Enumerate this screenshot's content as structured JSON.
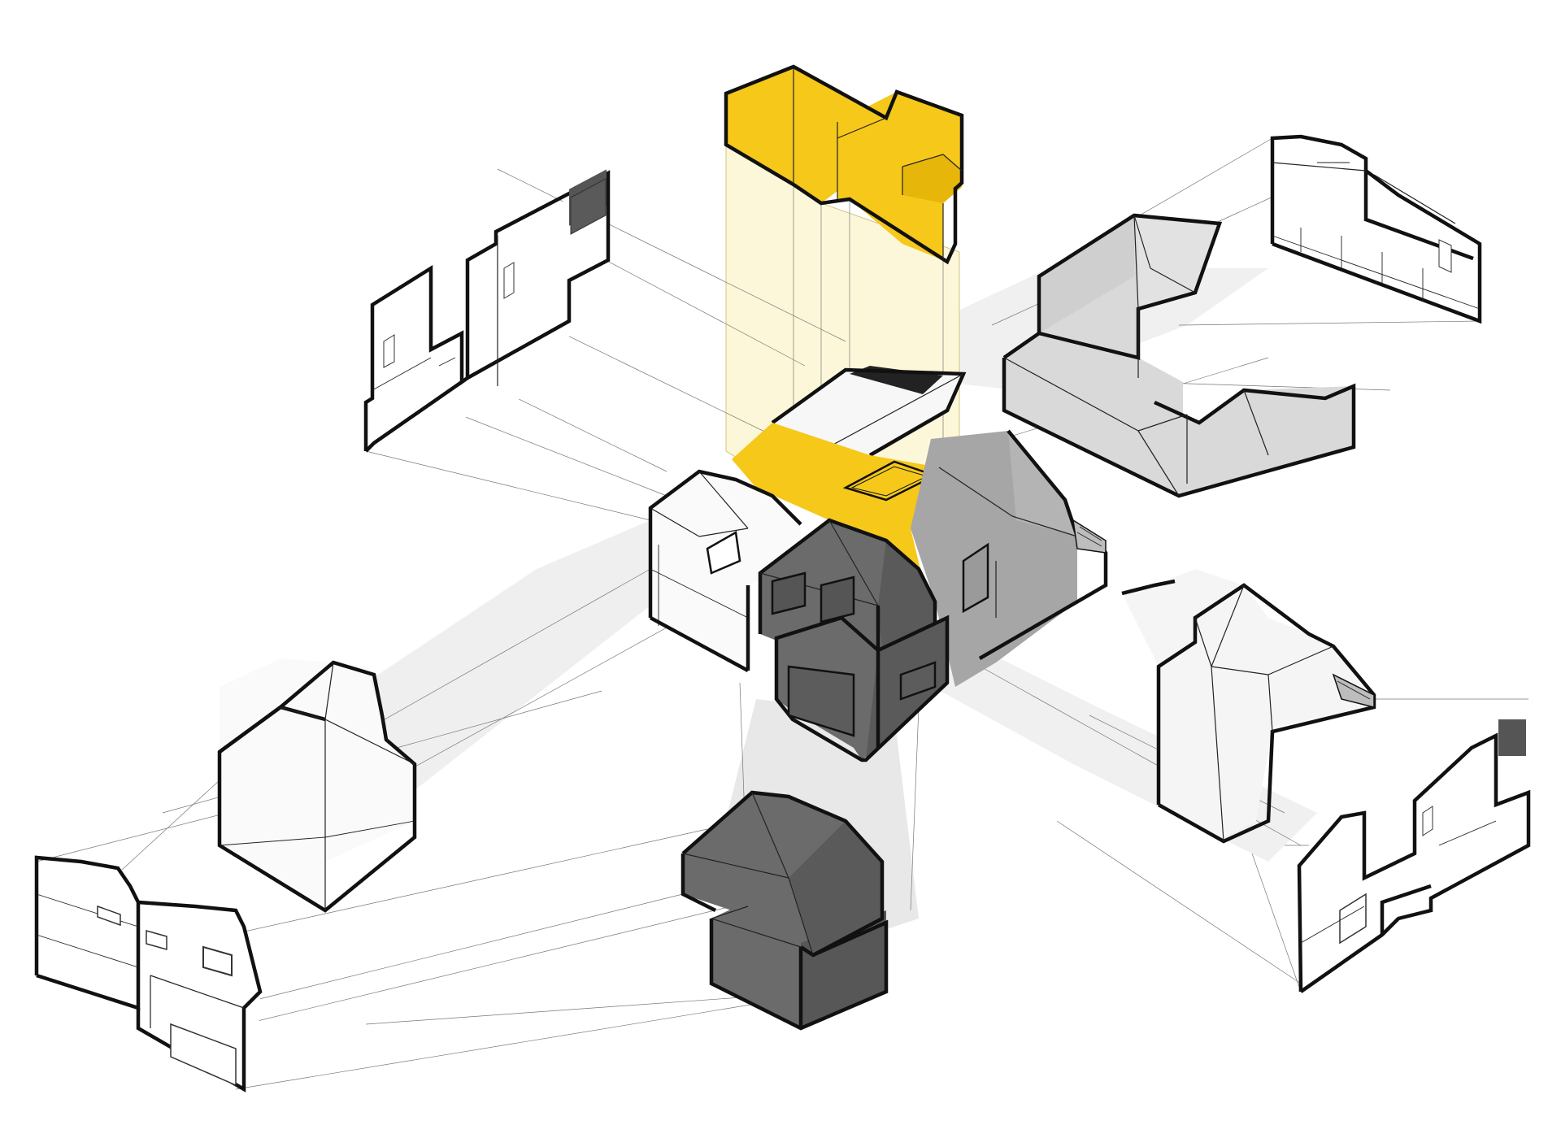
{
  "diagram": {
    "type": "exploded-axonometric-house",
    "labels": [],
    "colors": {
      "background": "#ffffff",
      "highlight": "#f5c81a",
      "highlight_beam": "#fdf7d9",
      "dark_volume": "#6b6b6b",
      "dark_volume_side": "#565656",
      "mid_gray": "#a6a6a6",
      "light_gray": "#d9d9d9",
      "shadow_band": "#ececec",
      "white_volume": "#fafafa",
      "line": "#111111",
      "projection_line": "#777777"
    },
    "parts": [
      "roof-volume-yellow",
      "central-house",
      "front-dark-volume",
      "rear-gray-volume",
      "left-white-volume",
      "right-white-volume",
      "section-elevation-top-left",
      "section-elevation-top-right",
      "section-elevation-bottom-left",
      "section-elevation-bottom-right"
    ]
  }
}
